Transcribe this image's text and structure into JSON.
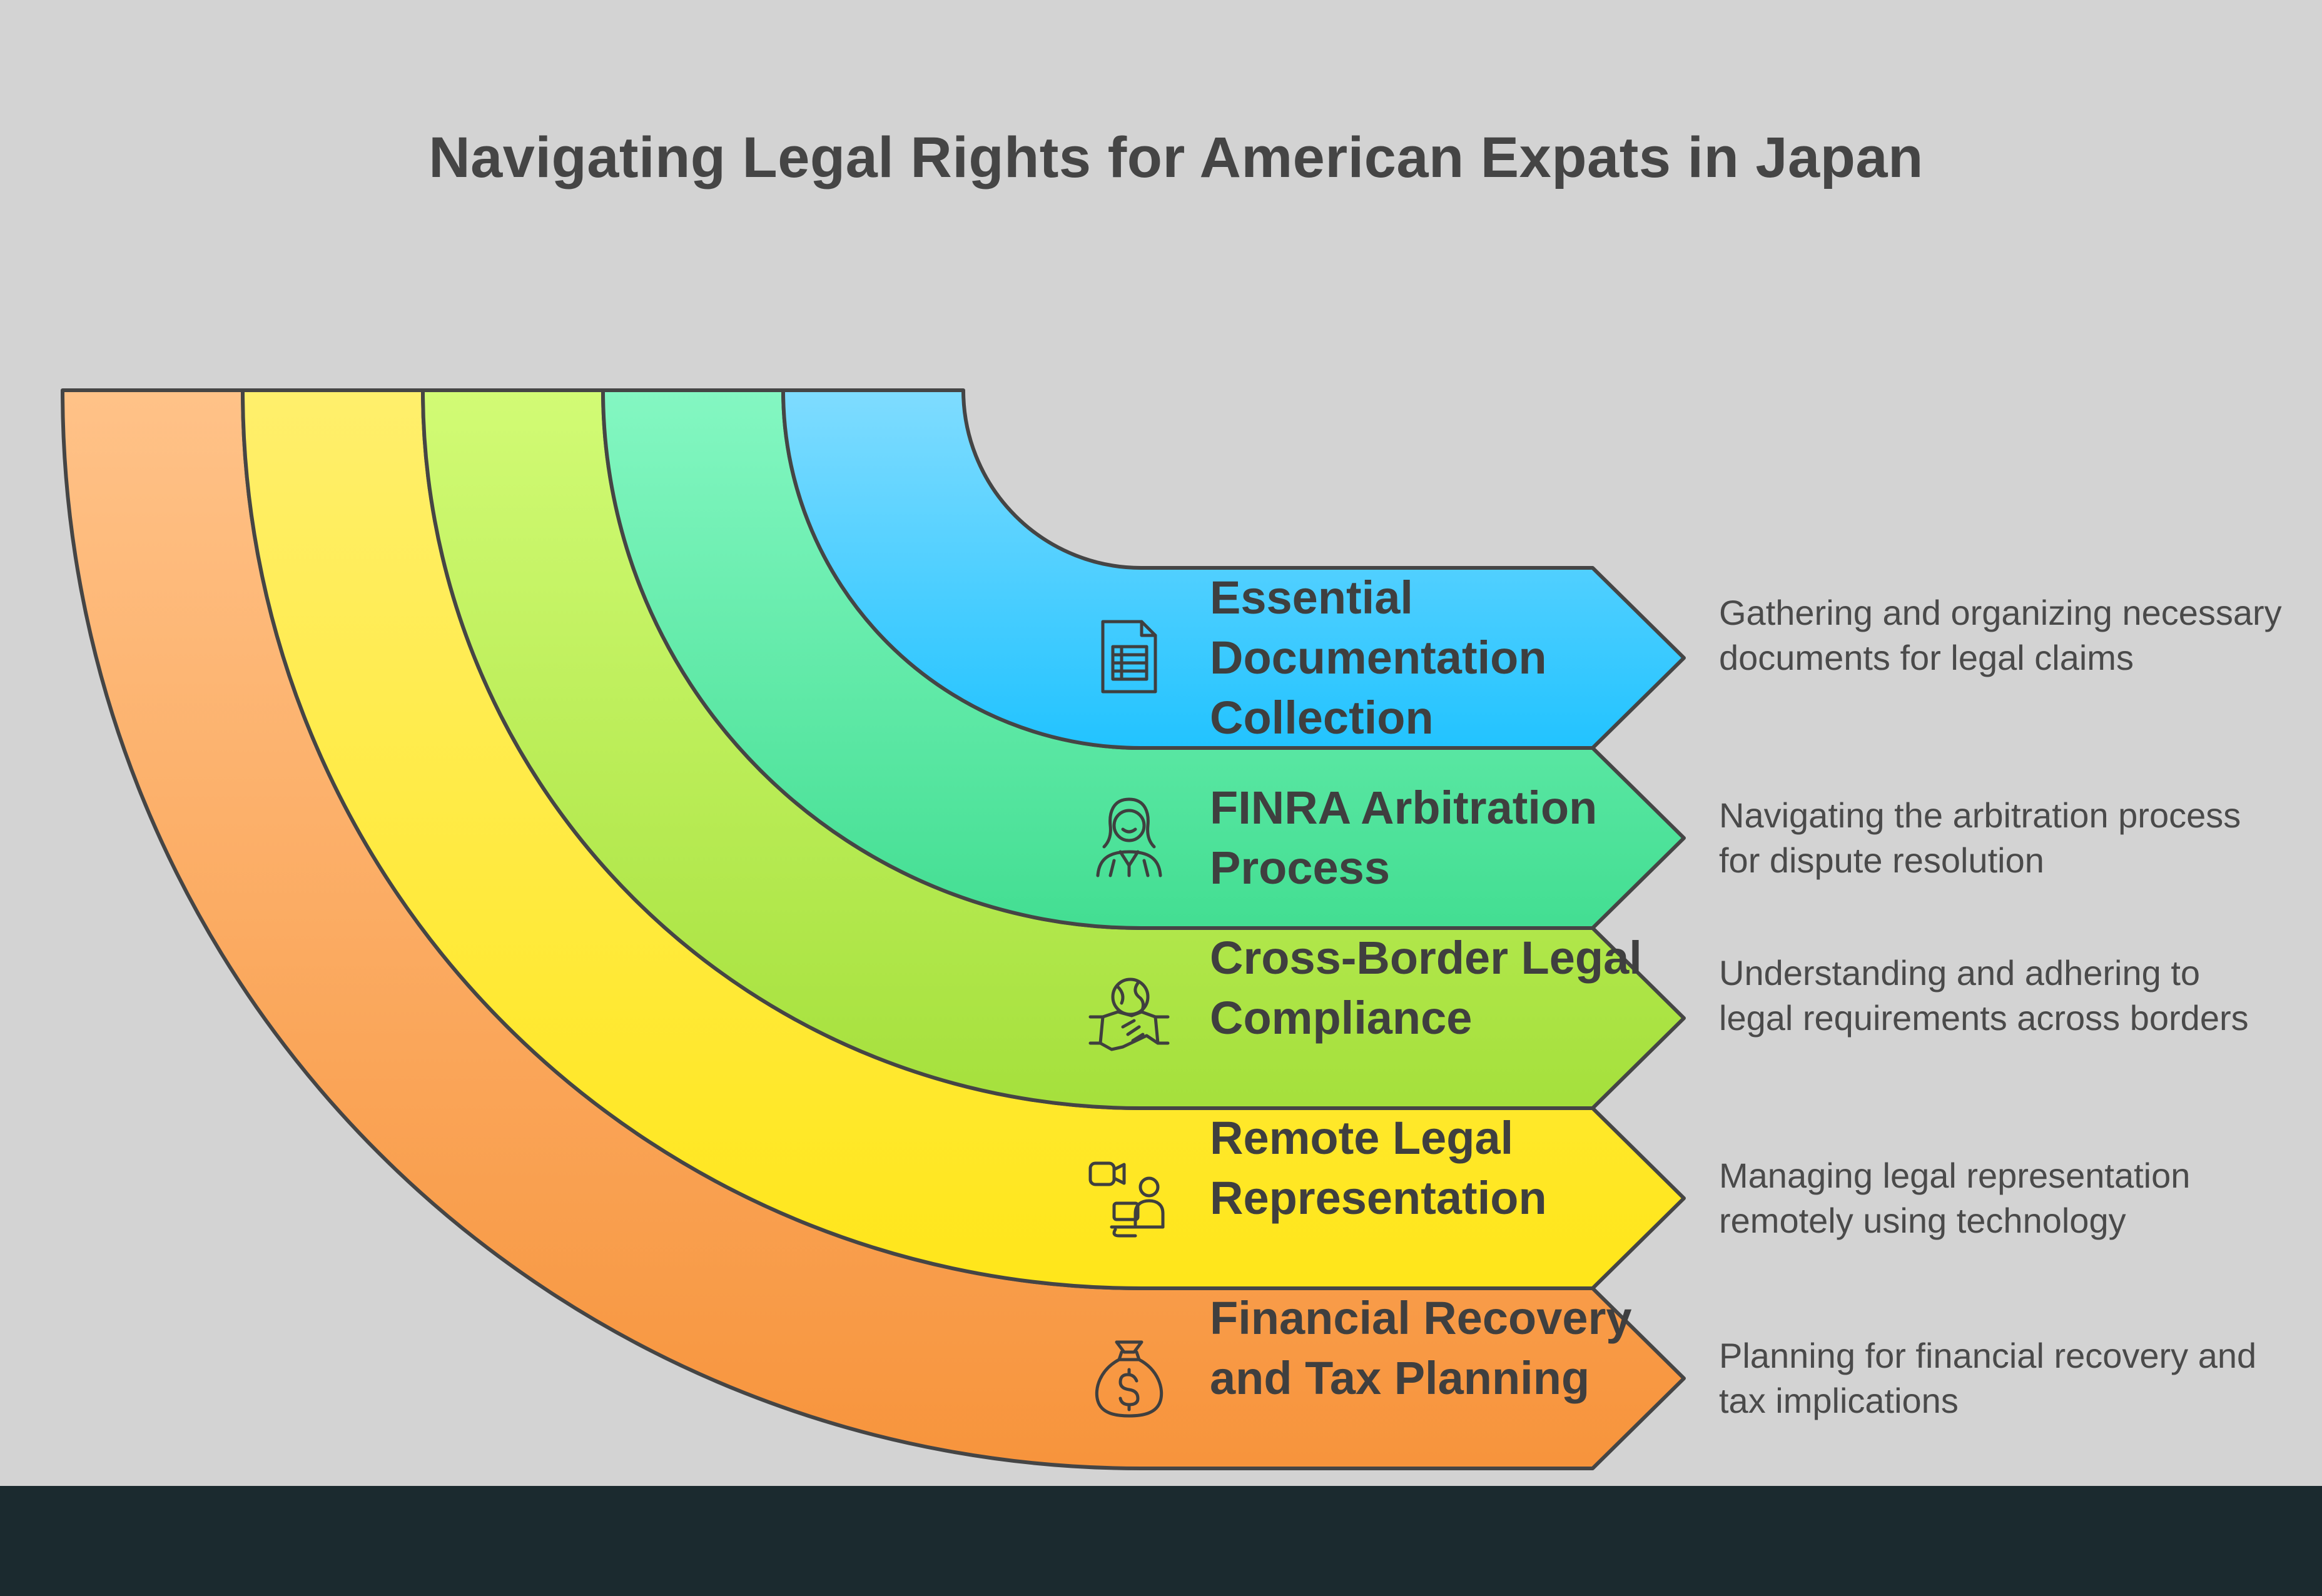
{
  "title": "Navigating Legal Rights for American Expats in Japan",
  "colors": {
    "background": "#d3d3d3",
    "text": "#454545",
    "outline": "#454545",
    "footer": "#1b2a2f"
  },
  "bands": [
    {
      "label": "Essential Documentation Collection",
      "description": "Gathering and organizing necessary documents for legal claims",
      "icon": "document-icon",
      "color_top": "#7fdcff",
      "color_bottom": "#22c3ff"
    },
    {
      "label": "FINRA Arbitration Process",
      "description": "Navigating the arbitration process for dispute resolution",
      "icon": "arbitrator-icon",
      "color_top": "#84f7c2",
      "color_bottom": "#43de92"
    },
    {
      "label": "Cross-Border Legal Compliance",
      "description": "Understanding and adhering to legal requirements across borders",
      "icon": "handshake-globe-icon",
      "color_top": "#d2fb75",
      "color_bottom": "#a5e03c"
    },
    {
      "label": "Remote Legal Representation",
      "description": "Managing legal representation remotely using technology",
      "icon": "video-meeting-icon",
      "color_top": "#ffef6c",
      "color_bottom": "#ffe61a"
    },
    {
      "label": "Financial Recovery and Tax Planning",
      "description": "Planning for financial recovery and tax implications",
      "icon": "money-bag-icon",
      "color_top": "#ffc288",
      "color_bottom": "#f7943c"
    }
  ]
}
